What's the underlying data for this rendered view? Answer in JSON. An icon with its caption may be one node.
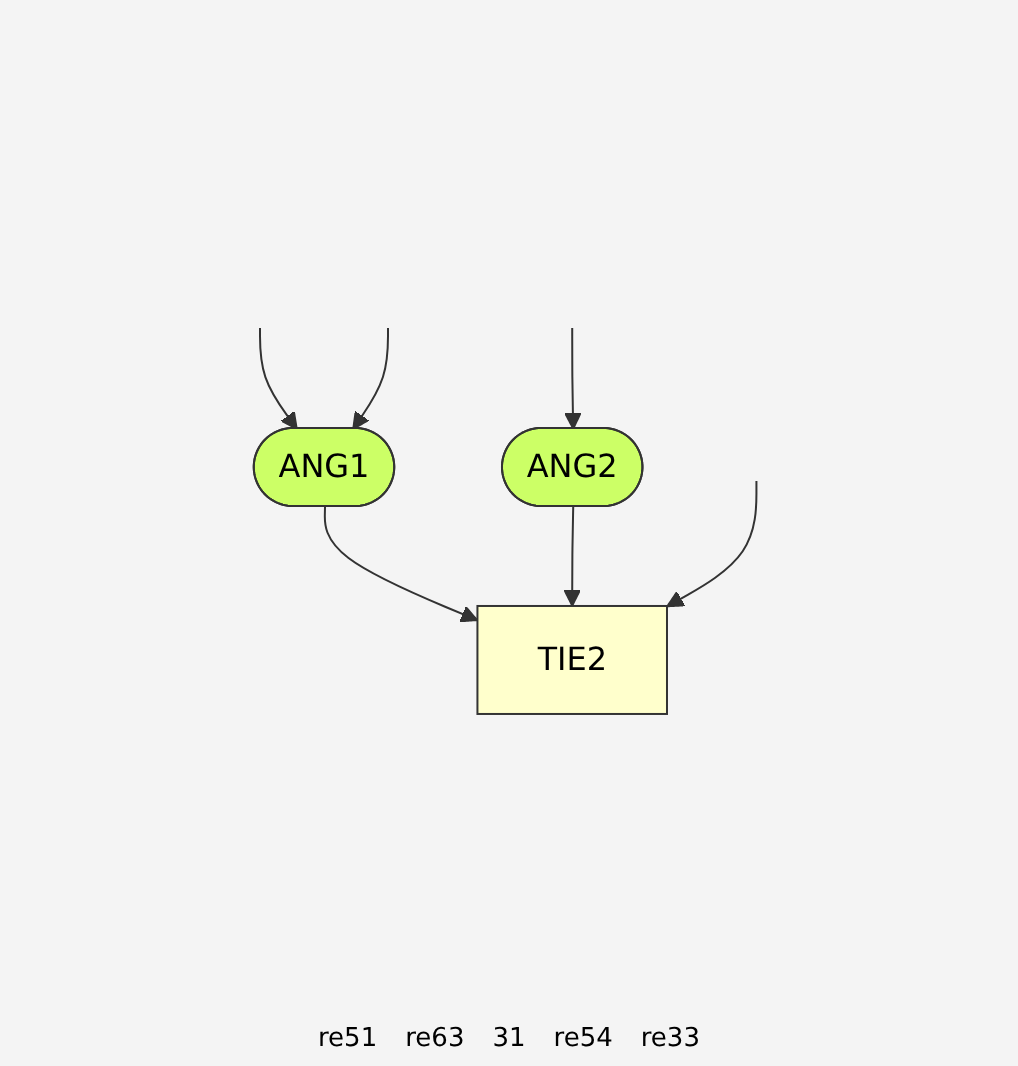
{
  "diagram": {
    "nodes": [
      {
        "text": [
          "ANG1"
        ]
      },
      {
        "text": [
          "ANG2"
        ]
      },
      {
        "text": [
          "TIE2"
        ]
      }
    ],
    "edges": [
      {
        "from": null,
        "to": 0,
        "arrow": "to"
      },
      {
        "from": null,
        "to": 0,
        "arrow": "to"
      },
      {
        "from": null,
        "to": 1,
        "arrow": "to"
      },
      {
        "from": 0,
        "to": 2,
        "arrow": "to"
      },
      {
        "from": 1,
        "to": 2,
        "arrow": "to"
      },
      {
        "from": null,
        "to": 2,
        "arrow": "to"
      }
    ],
    "labels": [
      "re51",
      "re63",
      "31",
      "re54",
      "re33"
    ]
  }
}
